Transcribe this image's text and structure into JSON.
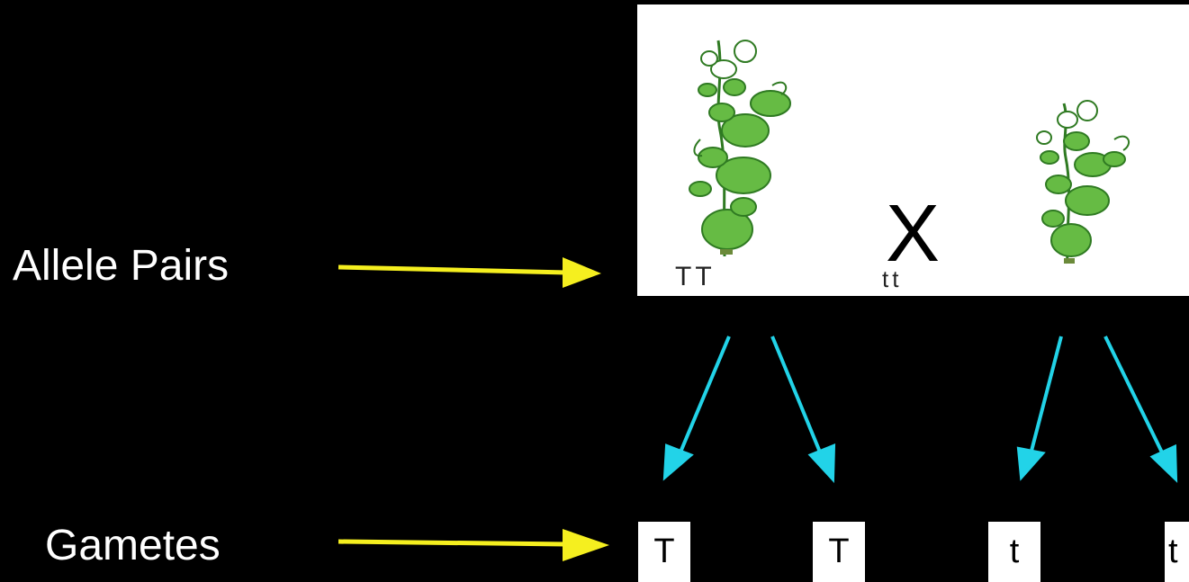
{
  "labels": {
    "allele_pairs": "Allele Pairs",
    "gametes": "Gametes"
  },
  "panel": {
    "cross_symbol": "X",
    "tall_genotype": "TT",
    "short_genotype": "tt"
  },
  "gametes": [
    "T",
    "T",
    "t",
    "t"
  ],
  "colors": {
    "background": "#000000",
    "label_arrow": "#f5ef1f",
    "gamete_arrow": "#22d3e8",
    "leaf": "#66bb44",
    "leaf_dark": "#2f7a22"
  }
}
